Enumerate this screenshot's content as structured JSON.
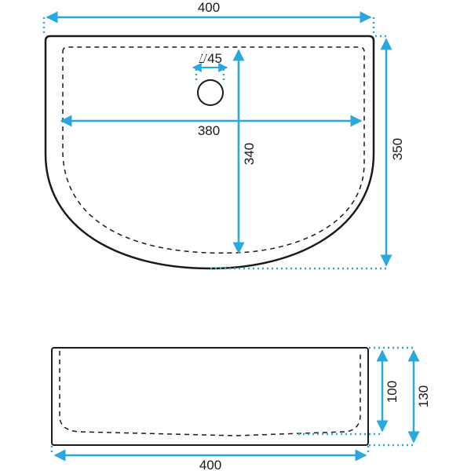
{
  "colors": {
    "outline": "#1a1a1a",
    "dimension": "#29a8e0",
    "background": "#ffffff"
  },
  "top_view": {
    "overall_width_label": "400",
    "inner_width_label": "380",
    "inner_depth_label": "340",
    "overall_depth_label": "350",
    "drain_hole_label": "⌰45"
  },
  "side_view": {
    "overall_width_label": "400",
    "inner_height_label": "100",
    "overall_height_label": "130"
  }
}
